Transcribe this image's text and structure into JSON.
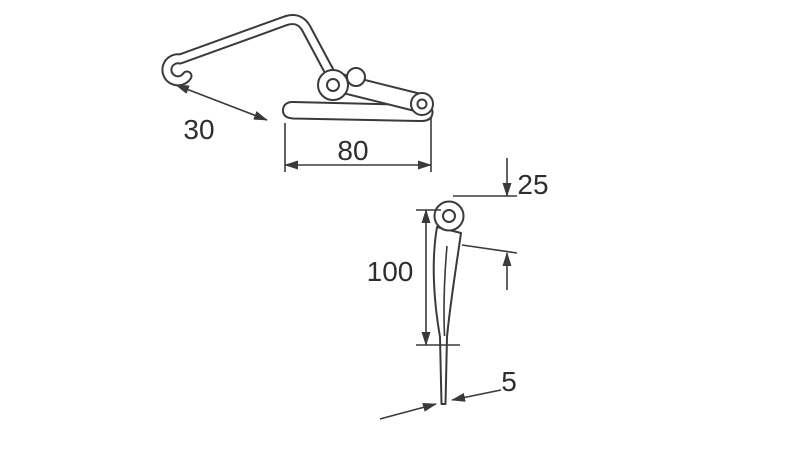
{
  "drawing": {
    "type": "technical-line-drawing",
    "colors": {
      "line": "#3a3a3a",
      "fill": "#ffffff",
      "text": "#2e2e2e",
      "background": "#ffffff"
    },
    "dimensions": {
      "d30": "30",
      "d80": "80",
      "d25": "25",
      "d100": "100",
      "d5": "5"
    }
  }
}
